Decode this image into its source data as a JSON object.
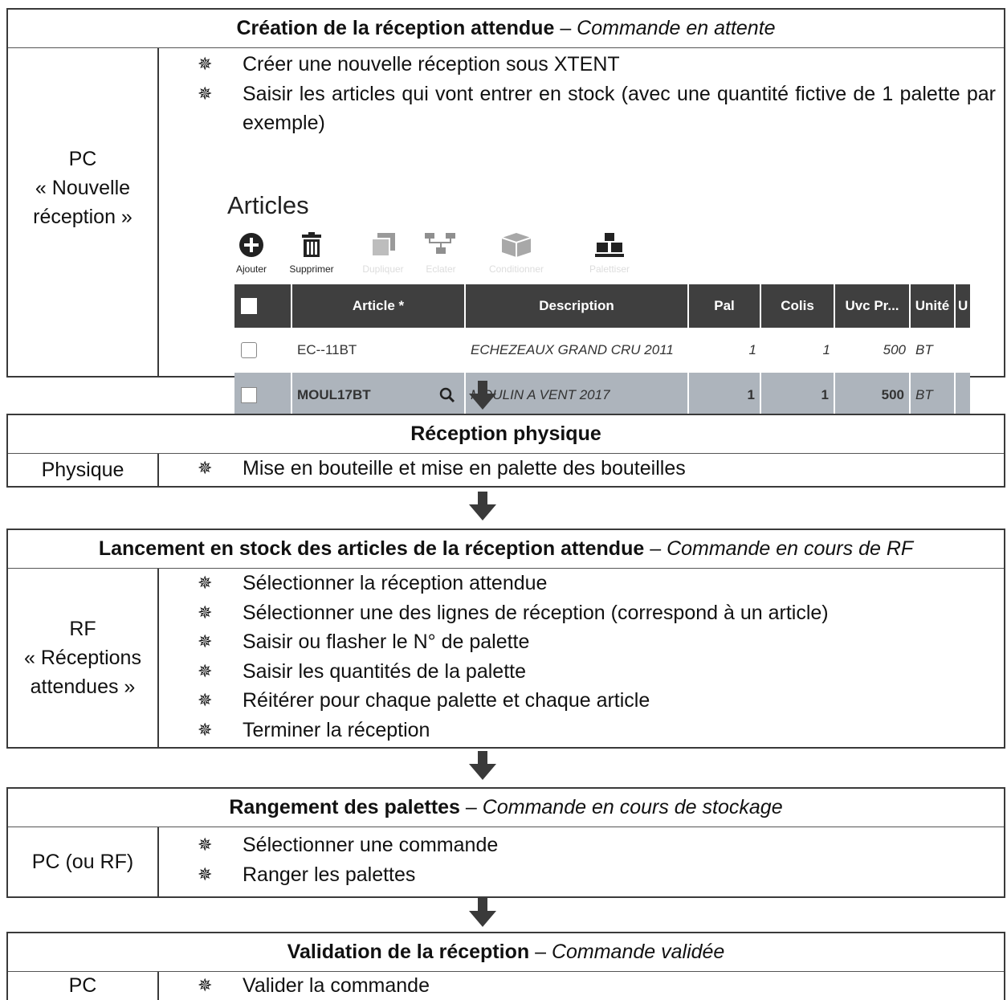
{
  "section1": {
    "title": "Création de la réception attendue",
    "sep": "–",
    "status": "Commande en attente",
    "left_lines": [
      "PC",
      "« Nouvelle",
      "réception »"
    ],
    "bullets": [
      "Créer une nouvelle réception sous XTENT",
      "Saisir les articles qui vont entrer en stock (avec une quantité fictive de 1 palette par exemple)"
    ],
    "screenshot": {
      "title": "Articles",
      "toolbar": [
        {
          "label": "Ajouter",
          "icon": "plus-circle-icon",
          "enabled": true
        },
        {
          "label": "Supprimer",
          "icon": "trash-icon",
          "enabled": true
        },
        {
          "label": "Dupliquer",
          "icon": "duplicate-icon",
          "enabled": false
        },
        {
          "label": "Eclater",
          "icon": "split-icon",
          "enabled": false
        },
        {
          "label": "Conditionner",
          "icon": "package-icon",
          "enabled": false
        },
        {
          "label": "Palettiser",
          "icon": "pallet-icon",
          "enabled": false
        }
      ],
      "columns": [
        "Article *",
        "Description",
        "Pal",
        "Colis",
        "Uvc Pr...",
        "Unité",
        "U"
      ],
      "rows": [
        {
          "article": "EC--11BT",
          "description": "ECHEZEAUX GRAND CRU 2011",
          "pal": "1",
          "colis": "1",
          "uvc": "500",
          "unite": "BT",
          "selected": false
        },
        {
          "article": "MOUL17BT",
          "description": "MOULIN A VENT 2017",
          "pal": "1",
          "colis": "1",
          "uvc": "500",
          "unite": "BT",
          "selected": true
        }
      ]
    }
  },
  "section2": {
    "title": "Réception physique",
    "left": "Physique",
    "bullets": [
      "Mise en bouteille et mise en palette des bouteilles"
    ]
  },
  "section3": {
    "title": "Lancement en stock des articles de la réception attendue",
    "sep": "–",
    "status": "Commande en cours de RF",
    "left_lines": [
      "RF",
      "« Réceptions",
      "attendues »"
    ],
    "bullets": [
      "Sélectionner la réception attendue",
      "Sélectionner une des lignes de réception (correspond à un article)",
      "Saisir ou flasher le N° de palette",
      "Saisir les quantités de la palette",
      "Réitérer pour chaque palette et chaque article",
      "Terminer la réception"
    ]
  },
  "section4": {
    "title": "Rangement des palettes",
    "sep": "–",
    "status": "Commande en cours de stockage",
    "left": "PC (ou RF)",
    "bullets": [
      "Sélectionner une commande",
      "Ranger les palettes"
    ]
  },
  "section5": {
    "title": "Validation de la réception",
    "sep": "–",
    "status": "Commande validée",
    "left": "PC",
    "bullets": [
      "Valider la commande"
    ]
  },
  "bullet_glyph": "✵"
}
